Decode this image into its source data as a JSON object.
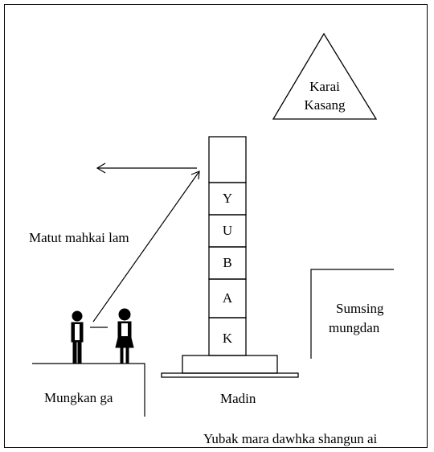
{
  "triangle_label": [
    "Karai",
    "Kasang"
  ],
  "pillar_letters": [
    "Y",
    "U",
    "B",
    "A",
    "K"
  ],
  "labels": {
    "matut": "Matut mahkai lam",
    "sumsing": [
      "Sumsing",
      "mungdan"
    ],
    "mungkan": "Mungkan ga",
    "madin": "Madin",
    "caption": "Yubak mara dawhka shangun ai"
  }
}
